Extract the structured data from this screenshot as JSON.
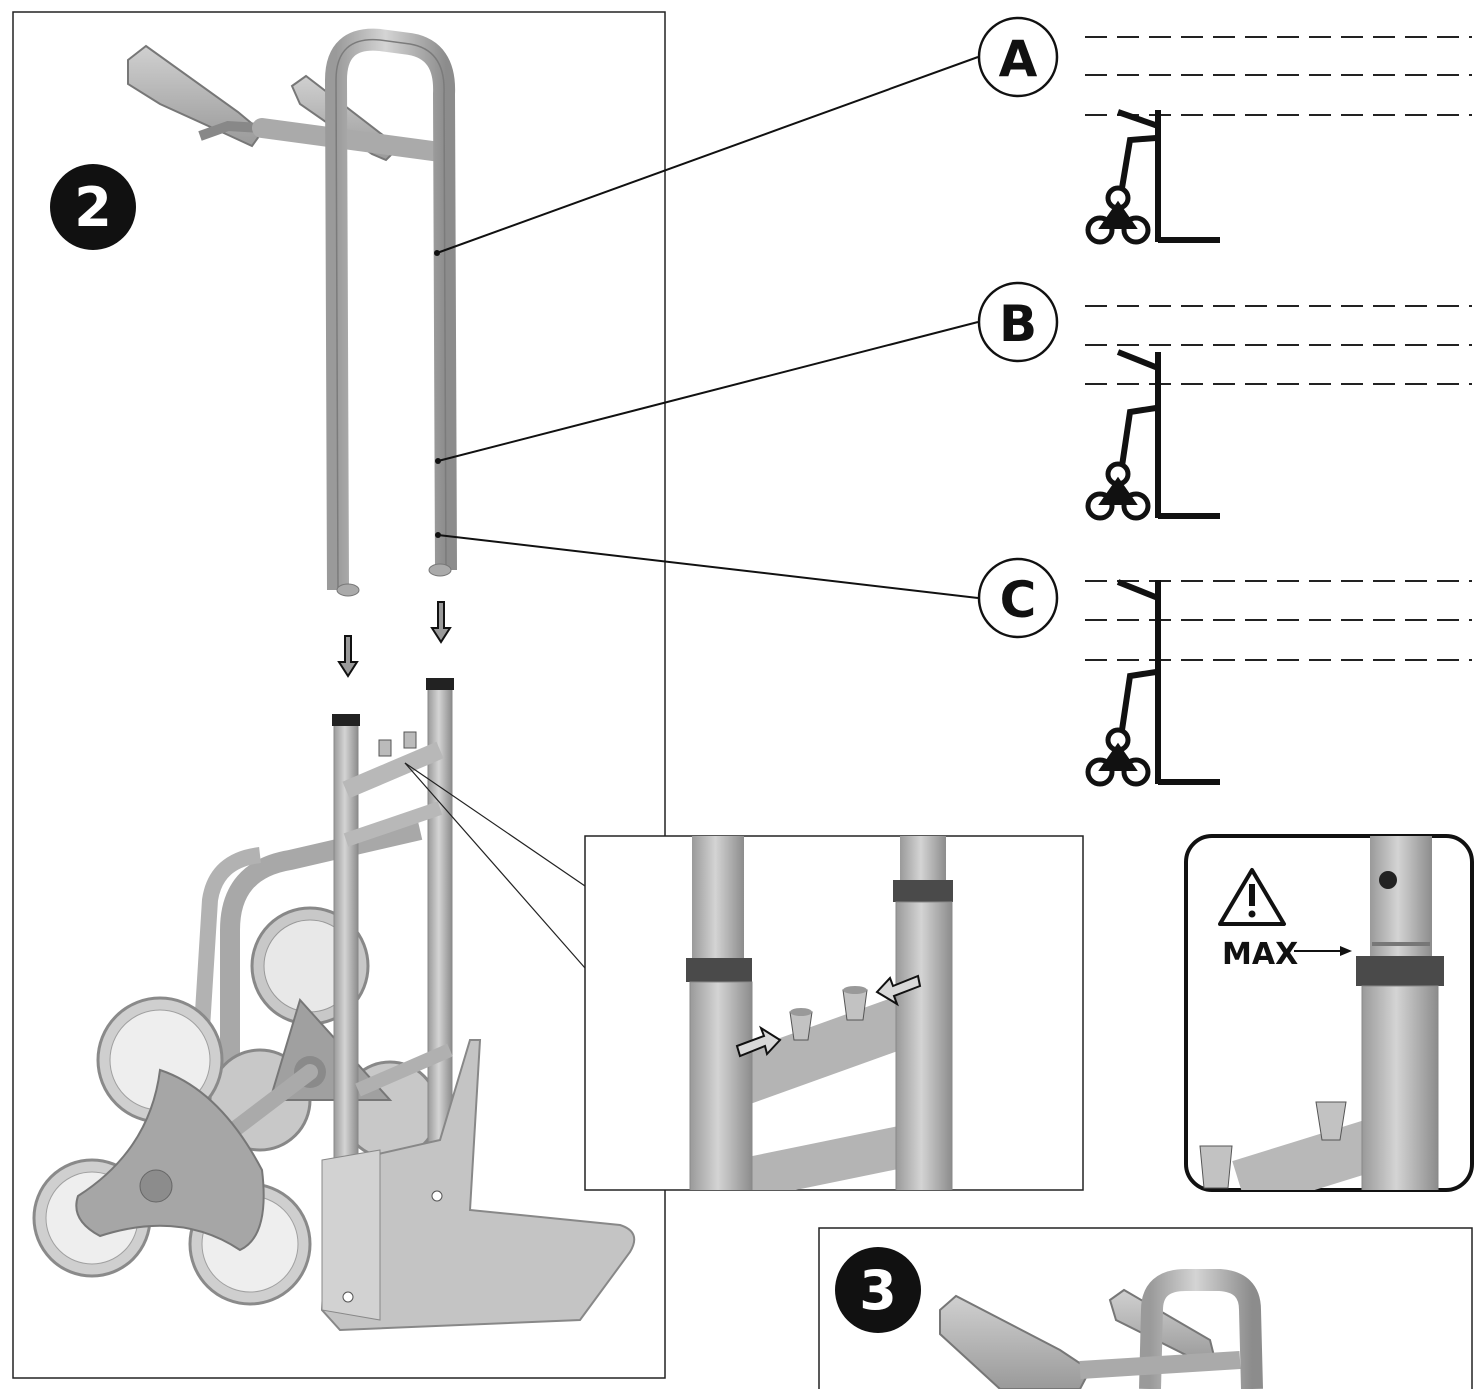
{
  "step2": {
    "number": "2"
  },
  "step3": {
    "number": "3"
  },
  "positions": [
    {
      "label": "A"
    },
    {
      "label": "B"
    },
    {
      "label": "C"
    }
  ],
  "warning": {
    "max_label": "MAX",
    "icon": "warning-triangle-icon"
  },
  "colors": {
    "ink": "#111111",
    "metal": "#b9b9b9",
    "metal_dark": "#8e8e8e",
    "panel_border": "#222222"
  }
}
